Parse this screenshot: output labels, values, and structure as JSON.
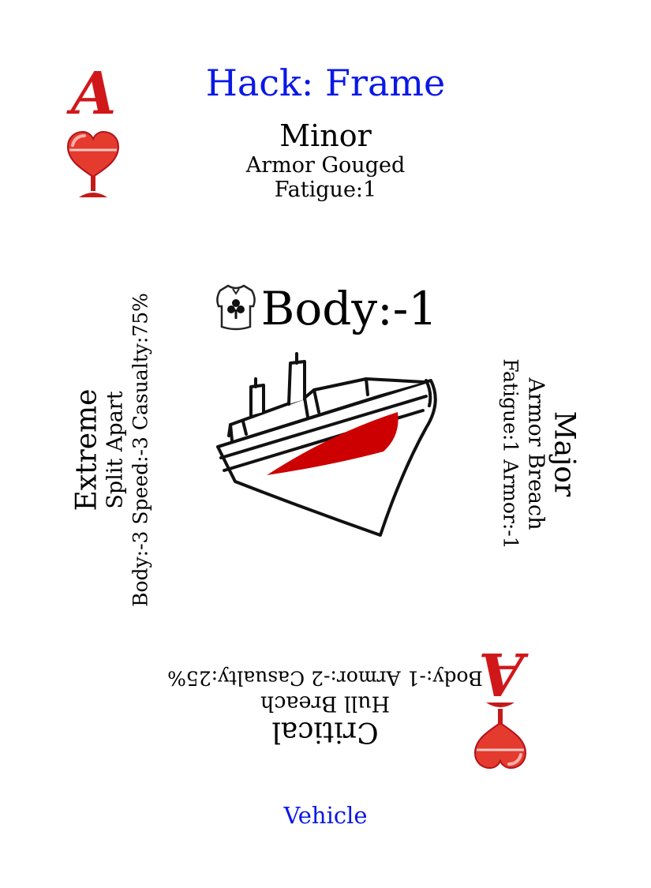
{
  "card": {
    "title": "Hack: Frame",
    "rank": "A",
    "suit_icon": "heart-goblet-icon",
    "colors": {
      "title": "#0a18e6",
      "suit": "#d0181b",
      "hull_mark": "#cc0000"
    },
    "center": {
      "icon": "torso-club-icon",
      "text": "Body:-1",
      "illustration": "ship-icon"
    },
    "minor": {
      "heading": "Minor",
      "line1": "Armor Gouged",
      "line2": "Fatigue:1"
    },
    "major": {
      "heading": "Major",
      "line1": "Armor Breach",
      "line2": "Fatigue:1 Armor:-1"
    },
    "critical": {
      "heading": "Critical",
      "line1": "Hull Breach",
      "line2": "Body:-1 Armor:-2 Casualty:25%"
    },
    "extreme": {
      "heading": "Extreme",
      "line1": "Split Apart",
      "line2": "Body:-3 Speed:-3 Casualty:75%"
    },
    "footer": "Vehicle"
  }
}
